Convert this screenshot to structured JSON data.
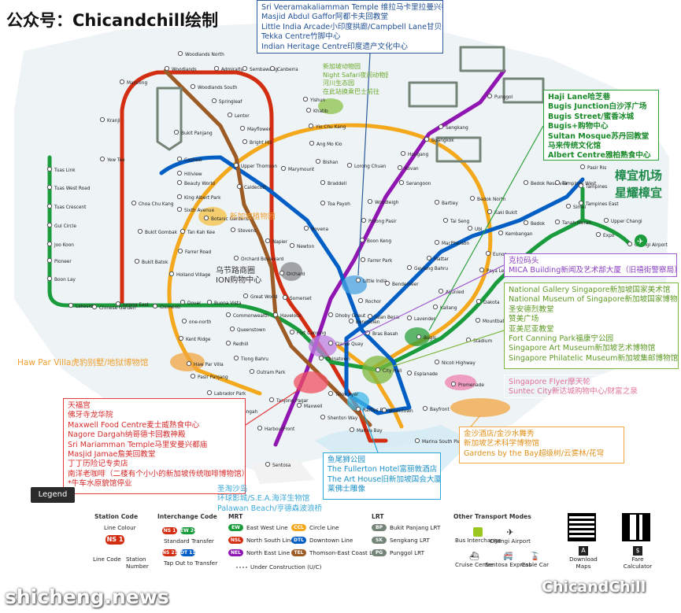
{
  "header": {
    "title": "公众号：Chicandchill绘制"
  },
  "colors": {
    "ew": "#1a9b3c",
    "ns": "#d42e12",
    "ne": "#9016b2",
    "cc": "#f4a81c",
    "dt": "#005ec4",
    "te": "#9d5b25",
    "lrt": "#748477",
    "water": "#cde8f5"
  },
  "airport_label": [
    "樟宜机场",
    "星耀樟宜"
  ],
  "boxes": {
    "little_india": [
      "Sri Veeramakaliamman Temple 维拉马卡里拉曼兴都庙",
      "Masjid Abdul Gaffor阿都卡夫回教堂",
      "Little India Arcade小印度拱廊/Campbell Lane甘贝尔巷",
      "Tekka Centre竹脚中心",
      "Indian Heritage Centre印度遗产文化中心"
    ],
    "bugis": [
      "Haji Lane哈芝巷",
      "Bugis Junction白沙浮广场",
      "Bugis Street/蜜香冰城",
      "Bugis+购物中心",
      "Sultan Mosque苏丹回教堂",
      "马来传统文化馆",
      "Albert Centre雅柏熟食中心"
    ],
    "mica": [
      "克拉码头",
      "MICA Building新闻及艺术部大厦（旧禧街警察局）"
    ],
    "museums": [
      "National Gallery Singapore新加坡国家美术馆",
      "National Museum of Singapore新加坡国家博物馆",
      "圣安德烈教堂",
      "赞美广场",
      "亚美尼亚教堂",
      "Fort Canning Park福康宁公园",
      "Singapore Art Museum新加坡艺术博物馆",
      "Singapore Philatelic Museum新加坡集邮博物馆"
    ],
    "flyer": [
      "Singapore Flyer摩天轮",
      "Suntec City新达城购物中心/财富之泉"
    ],
    "marina": [
      "金沙酒店/金沙水舞秀",
      "新加坡艺术科学博物馆",
      "Gardens by the Bay超级树/云雾林/花穹"
    ],
    "fullerton": [
      "鱼尾狮公园",
      "The Fullerton Hotel富丽敦酒店",
      "The Art House旧新加坡国会大厦",
      "莱佛士雕像"
    ],
    "chinatown": [
      "天福宫",
      "佛牙寺龙华院",
      "Maxwell Food Centre麦士威熟食中心",
      "Nagore Dargah纳哥德卡回教神殿",
      "Sri Mariamman Temple马里安曼兴都庙",
      "Masjid Jamae詹美回教堂",
      "丁丁历险记专卖店",
      "南洋老咖啡（二楼有个小小的新加坡传统咖啡博物馆）",
      "*牛车水原貌馆停业"
    ],
    "sentosa": [
      "圣淘沙岛",
      "环球影城/S.E.A.海洋生物馆",
      "Palawan Beach/亨德森波浪桥"
    ],
    "haw_par": [
      "Haw Par Villa虎豹别墅/地狱博物馆"
    ],
    "orchard": [
      "乌节路商圈",
      "ION购物中心"
    ],
    "botanic": [
      "新加坡植物园"
    ],
    "zoo": [
      "新加坡动物园",
      "Night Safari夜间动物园",
      "河川生态园",
      "在此站换乘巴士前往"
    ]
  },
  "stations": [
    {
      "n": "Woodlands North"
    },
    {
      "n": "Woodlands"
    },
    {
      "n": "Admiralty"
    },
    {
      "n": "Sembawang"
    },
    {
      "n": "Canberra"
    },
    {
      "n": "Marsiling"
    },
    {
      "n": "Woodlands South"
    },
    {
      "n": "Kranji"
    },
    {
      "n": "Springleaf"
    },
    {
      "n": "Yishun"
    },
    {
      "n": "Khatib"
    },
    {
      "n": "Yio Chu Kang"
    },
    {
      "n": "Ang Mo Kio"
    },
    {
      "n": "Lentor"
    },
    {
      "n": "Mayflower"
    },
    {
      "n": "Bright Hill"
    },
    {
      "n": "Upper Thomson"
    },
    {
      "n": "Yew Tee"
    },
    {
      "n": "Choa Chu Kang"
    },
    {
      "n": "Bukit Gombak"
    },
    {
      "n": "Bukit Batok"
    },
    {
      "n": "Bukit Panjang"
    },
    {
      "n": "Cashew"
    },
    {
      "n": "Hillview"
    },
    {
      "n": "Beauty World"
    },
    {
      "n": "King Albert Park"
    },
    {
      "n": "Sixth Avenue"
    },
    {
      "n": "Tan Kah Kee"
    },
    {
      "n": "Botanic Gardens"
    },
    {
      "n": "Stevens"
    },
    {
      "n": "Caldecott"
    },
    {
      "n": "Marymount"
    },
    {
      "n": "Bishan"
    },
    {
      "n": "Lorong Chuan"
    },
    {
      "n": "Braddell"
    },
    {
      "n": "Toa Payoh"
    },
    {
      "n": "Novena"
    },
    {
      "n": "Newton"
    },
    {
      "n": "Farrer Road"
    },
    {
      "n": "Holland Village"
    },
    {
      "n": "Orchard Boulevard"
    },
    {
      "n": "Orchard"
    },
    {
      "n": "Napier"
    },
    {
      "n": "Somerset"
    },
    {
      "n": "Dhoby Ghaut"
    },
    {
      "n": "Tuas Link"
    },
    {
      "n": "Tuas West Road"
    },
    {
      "n": "Tuas Crescent"
    },
    {
      "n": "Gul Circle"
    },
    {
      "n": "Joo Koon"
    },
    {
      "n": "Pioneer"
    },
    {
      "n": "Boon Lay"
    },
    {
      "n": "Lakeside"
    },
    {
      "n": "Chinese Garden"
    },
    {
      "n": "Jurong East"
    },
    {
      "n": "Clementi"
    },
    {
      "n": "Dover"
    },
    {
      "n": "Buona Vista"
    },
    {
      "n": "one-north"
    },
    {
      "n": "Commonwealth"
    },
    {
      "n": "Queenstown"
    },
    {
      "n": "Kent Ridge"
    },
    {
      "n": "Haw Par Villa"
    },
    {
      "n": "Pasir Panjang"
    },
    {
      "n": "Labrador Park"
    },
    {
      "n": "Telok Blangah"
    },
    {
      "n": "HarbourFront"
    },
    {
      "n": "Redhill"
    },
    {
      "n": "Tiong Bahru"
    },
    {
      "n": "Outram Park"
    },
    {
      "n": "Great World"
    },
    {
      "n": "Havelock"
    },
    {
      "n": "Maxwell"
    },
    {
      "n": "Tanjong Pagar"
    },
    {
      "n": "Shenton Way"
    },
    {
      "n": "Chinatown"
    },
    {
      "n": "Clarke Quay"
    },
    {
      "n": "Fort Canning"
    },
    {
      "n": "Telok Ayer"
    },
    {
      "n": "Raffles Place"
    },
    {
      "n": "Downtown"
    },
    {
      "n": "Marina Bay"
    },
    {
      "n": "Marina South Pier"
    },
    {
      "n": "City Hall"
    },
    {
      "n": "Esplanade"
    },
    {
      "n": "Promenade"
    },
    {
      "n": "Bayfront"
    },
    {
      "n": "Bras Basah"
    },
    {
      "n": "Bencoolen"
    },
    {
      "n": "Rochor"
    },
    {
      "n": "Little India"
    },
    {
      "n": "Farrer Park"
    },
    {
      "n": "Boon Keng"
    },
    {
      "n": "Potong Pasir"
    },
    {
      "n": "Woodleigh"
    },
    {
      "n": "Serangoon"
    },
    {
      "n": "Kovan"
    },
    {
      "n": "Hougang"
    },
    {
      "n": "Buangkok"
    },
    {
      "n": "Sengkang"
    },
    {
      "n": "Punggol"
    },
    {
      "n": "Bendemeer"
    },
    {
      "n": "Geylang Bahru"
    },
    {
      "n": "Mattar"
    },
    {
      "n": "MacPherson"
    },
    {
      "n": "Tai Seng"
    },
    {
      "n": "Bartley"
    },
    {
      "n": "Ubi"
    },
    {
      "n": "Kaki Bukit"
    },
    {
      "n": "Bedok North"
    },
    {
      "n": "Bedok Reservoir"
    },
    {
      "n": "Tampines West"
    },
    {
      "n": "Tampines"
    },
    {
      "n": "Tampines East"
    },
    {
      "n": "Upper Changi"
    },
    {
      "n": "Expo"
    },
    {
      "n": "Changi Airport"
    },
    {
      "n": "Pasir Ris"
    },
    {
      "n": "Simei"
    },
    {
      "n": "Tanah Merah"
    },
    {
      "n": "Bedok"
    },
    {
      "n": "Kembangan"
    },
    {
      "n": "Eunos"
    },
    {
      "n": "Paya Lebar"
    },
    {
      "n": "Aljunied"
    },
    {
      "n": "Kallang"
    },
    {
      "n": "Lavender"
    },
    {
      "n": "Bugis"
    },
    {
      "n": "Nicoll Highway"
    },
    {
      "n": "Stadium"
    },
    {
      "n": "Mountbatten"
    },
    {
      "n": "Dakota"
    },
    {
      "n": "Jalan Besar"
    },
    {
      "n": "Sentosa"
    }
  ],
  "legend": {
    "button": "Legend",
    "station_code": "Station Code",
    "line_colour": "Line Colour",
    "line_code": "Line Code",
    "station_number": "Station Number",
    "interchange_code": "Interchange Code",
    "standard_transfer": "Standard Transfer",
    "tap_out": "Tap Out to Transfer",
    "mrt": "MRT",
    "lrt": "LRT",
    "other": "Other Transport Modes",
    "ew": "East West Line",
    "ns": "North South Line",
    "ne": "North East Line",
    "cc": "Circle Line",
    "dt": "Downtown Line",
    "te": "Thomson-East Coast Line",
    "bp": "Bukit Panjang LRT",
    "sk": "Sengkang LRT",
    "pg": "Punggol LRT",
    "under_construction": "Under Construction (U/C)",
    "bus": "Bus Interchange",
    "changi": "Changi Airport",
    "cruise": "Cruise Centre",
    "sentosa_exp": "Sentosa Express",
    "cable": "Cable Car",
    "download": "Download Maps",
    "fare": "Fare Calculator",
    "sample_ns": "NS 1",
    "sample_ew": "EW 24",
    "sample_ns21": "NS 21",
    "sample_dt11": "DT 11"
  },
  "watermark": "shicheng.news",
  "brand": "ChicandChill"
}
